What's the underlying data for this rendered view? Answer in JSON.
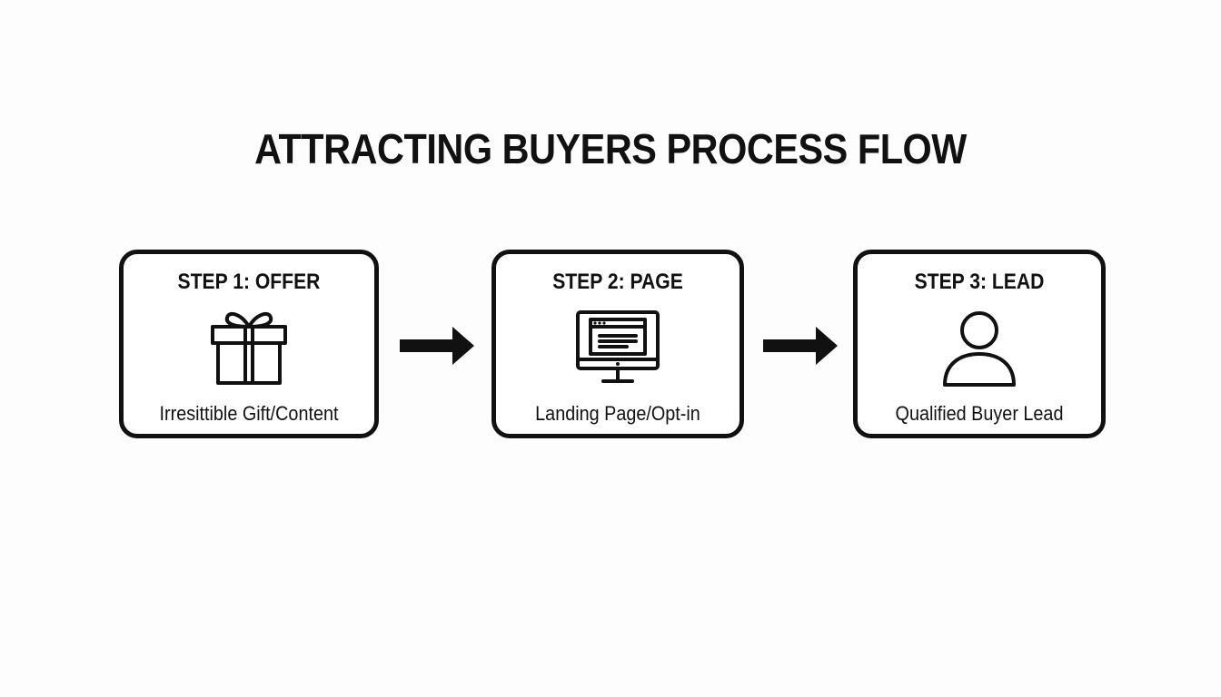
{
  "title": "ATTRACTING BUYERS PROCESS FLOW",
  "steps": [
    {
      "heading": "STEP 1: OFFER",
      "icon": "gift-icon",
      "description": "Irresittible Gift/Content"
    },
    {
      "heading": "STEP 2: PAGE",
      "icon": "monitor-webpage-icon",
      "description": "Landing Page/Opt-in"
    },
    {
      "heading": "STEP 3: LEAD",
      "icon": "user-icon",
      "description": "Qualified Buyer Lead"
    }
  ],
  "colors": {
    "stroke": "#111111",
    "background": "#fdfdfd",
    "box_fill": "#ffffff"
  }
}
